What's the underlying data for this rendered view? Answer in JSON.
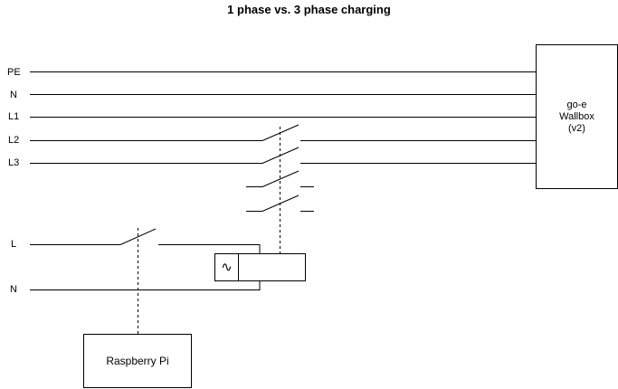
{
  "title": "1 phase vs. 3 phase charging",
  "grid_lines": [
    "PE",
    "N",
    "L1",
    "L2",
    "L3"
  ],
  "relay_lines": [
    "L",
    "N"
  ],
  "wallbox": {
    "line1": "go-e",
    "line2": "Wallbox",
    "line3": "(v2)"
  },
  "raspberry_label": "Raspberry Pi",
  "coil_symbol": "∿"
}
